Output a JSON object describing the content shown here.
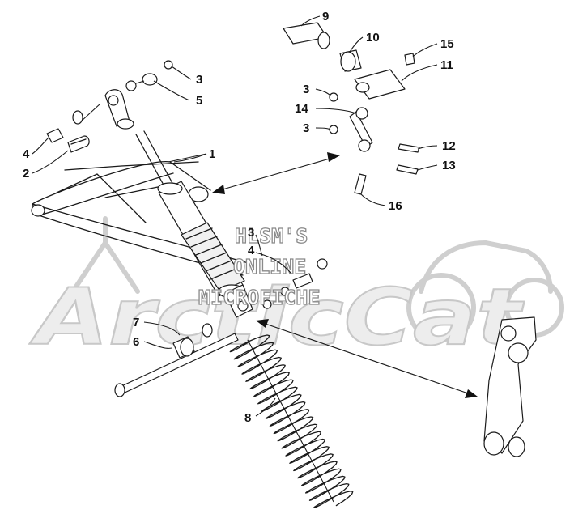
{
  "watermark": {
    "logo_text": "ArcticCat",
    "overlay_lines": [
      "HLSM'S",
      "ONLINE",
      "MICROFICHE"
    ],
    "logo_color": "#c8c8c8"
  },
  "callouts": {
    "c1": "1",
    "c2": "2",
    "c3a": "3",
    "c3b": "3",
    "c3c": "3",
    "c3d": "3",
    "c4a": "4",
    "c4b": "4",
    "c5": "5",
    "c6": "6",
    "c7": "7",
    "c8": "8",
    "c9": "9",
    "c10": "10",
    "c11": "11",
    "c12": "12",
    "c13": "13",
    "c14": "14",
    "c15": "15",
    "c16": "16"
  }
}
